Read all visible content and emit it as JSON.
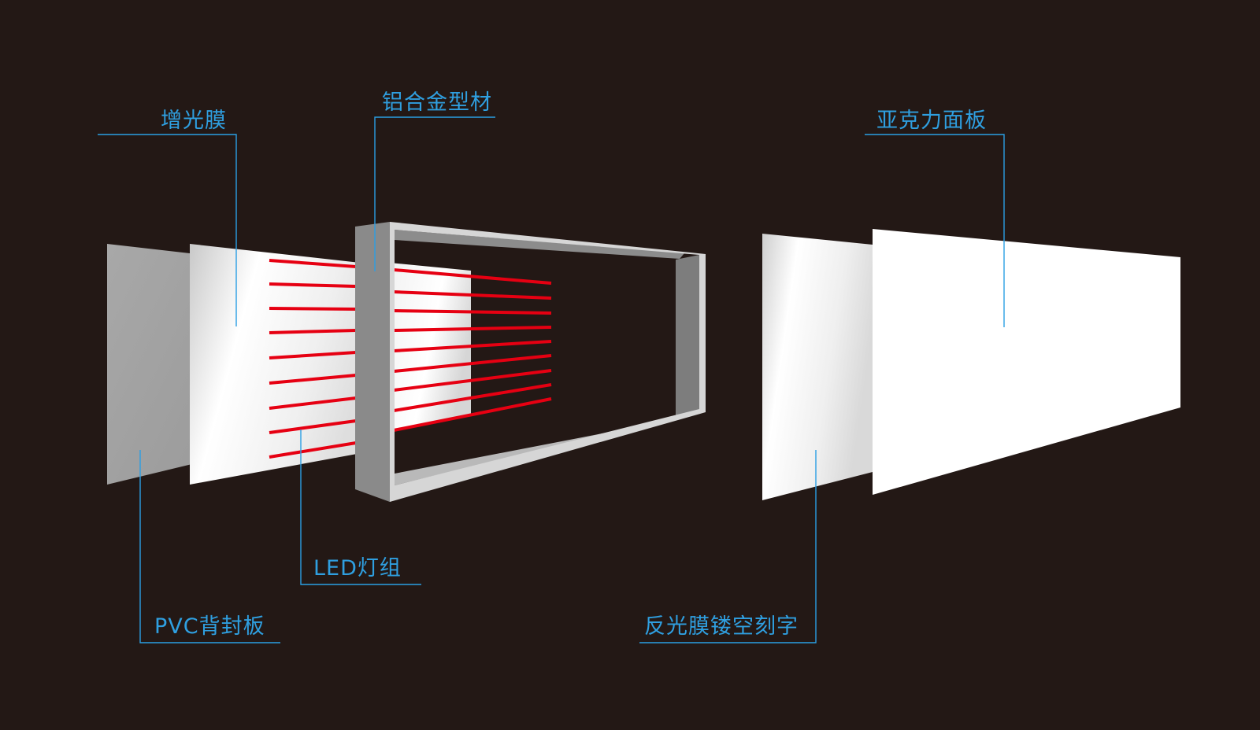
{
  "labels": {
    "enhancement_film": "增光膜",
    "aluminum_profile": "铝合金型材",
    "acrylic_panel": "亚克力面板",
    "led_group": "LED灯组",
    "pvc_back": "PVC背封板",
    "reflective_film": "反光膜镂空刻字"
  },
  "colors": {
    "background": "#231815",
    "label_text": "#2f9fe0",
    "leader_line": "#2b9fe4",
    "led_strip": "#e60012",
    "frame_gray": "#808080",
    "panel_white": "#ffffff"
  }
}
